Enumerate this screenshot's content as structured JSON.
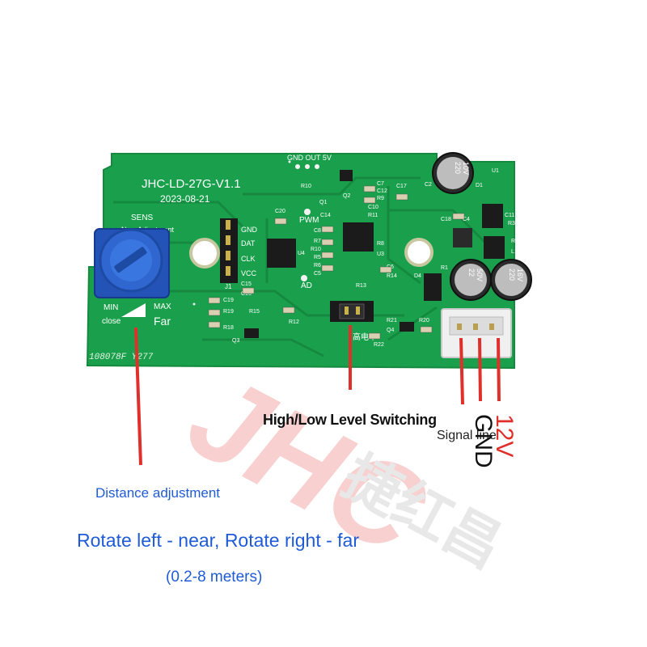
{
  "board": {
    "model": "JHC-LD-27G-V1.1",
    "date": "2023-08-21",
    "serial": "108078F Y277",
    "silkscreen": {
      "sens": "SENS",
      "new_adjustment": "New Adjustment",
      "min": "MIN",
      "max": "MAX",
      "close": "close",
      "far": "Far",
      "pins": [
        "GND",
        "DAT",
        "CLK",
        "VCC"
      ],
      "pwm": "PWM",
      "ad": "AD",
      "gnd_out": "GND OUT 5V",
      "high_level": "高电平",
      "j1": "J1",
      "components": [
        "C7",
        "C12",
        "R9",
        "C10",
        "R11",
        "R10",
        "Q1",
        "Q2",
        "C14",
        "C20",
        "C8",
        "R7",
        "R10",
        "R5",
        "R6",
        "R13",
        "C5",
        "C19",
        "R19",
        "R18",
        "R15",
        "Q3",
        "C15",
        "C16",
        "R12",
        "R8",
        "R14",
        "U3",
        "U4",
        "C6",
        "C17",
        "C2",
        "C18",
        "C4",
        "R1",
        "D4",
        "U1",
        "D1",
        "C11",
        "R3",
        "R2",
        "L1",
        "R21",
        "R20",
        "Q4",
        "R22"
      ]
    },
    "capacitors": [
      {
        "value": "220",
        "voltage": "10V"
      },
      {
        "value": "22",
        "voltage": "50V"
      },
      {
        "value": "220",
        "voltage": "16V"
      }
    ]
  },
  "annotations": {
    "switch": "High/Low Level Switching",
    "signal_line": "Signal line",
    "gnd": "GND",
    "v12": "12V",
    "distance": "Distance adjustment",
    "rotate": "Rotate left - near, Rotate right - far",
    "range": "(0.2-8 meters)"
  },
  "watermark": {
    "latin": "JHC",
    "cjk": "捷红昌"
  },
  "colors": {
    "pcb": "#1aa04c",
    "pcb_edge": "#158a3f",
    "red_line": "#e0302b",
    "blue_text": "#1f5bd6",
    "potentiometer": "#2453b8"
  }
}
